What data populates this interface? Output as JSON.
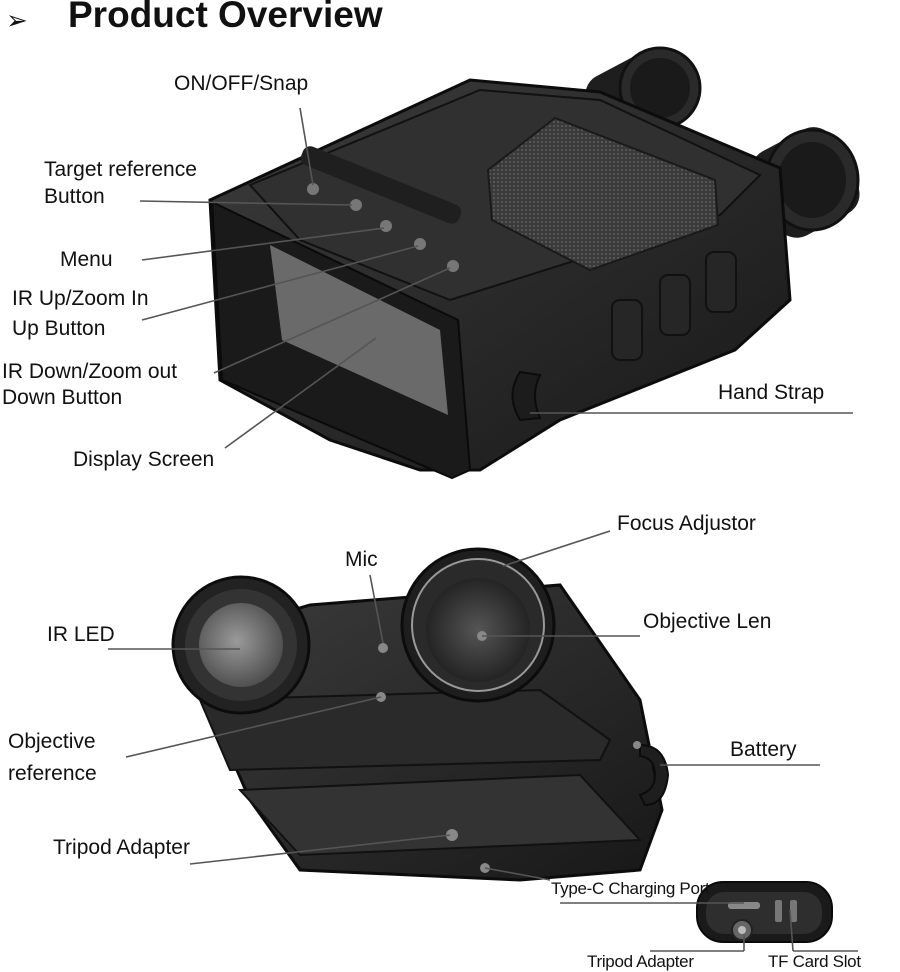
{
  "header": {
    "arrow_icon": "arrowhead-right-icon",
    "title": "Product Overview"
  },
  "top_view": {
    "labels": {
      "on_off_snap": "ON/OFF/Snap",
      "target_reference_1": "Target reference",
      "target_reference_2": "Button",
      "menu": "Menu",
      "ir_up_1": "IR Up/Zoom In",
      "ir_up_2": "Up Button",
      "ir_down_1": "IR Down/Zoom out",
      "ir_down_2": "Down Button",
      "display_screen": "Display Screen",
      "hand_strap": "Hand Strap"
    }
  },
  "front_view": {
    "labels": {
      "focus_adjustor": "Focus Adjustor",
      "mic": "Mic",
      "ir_led": "IR LED",
      "objective_len": "Objective Len",
      "objective_reference_1": "Objective",
      "objective_reference_2": "reference",
      "battery": "Battery",
      "tripod_adapter": "Tripod Adapter"
    }
  },
  "bottom_view": {
    "labels": {
      "type_c_port": "Type-C Charging Port",
      "tripod_adapter": "Tripod Adapter",
      "tf_card_slot": "TF Card Slot"
    }
  },
  "colors": {
    "device_body": "#2a2a2a",
    "device_dark": "#141414",
    "screen": "#5a5a5a",
    "leader_line": "#555555"
  }
}
